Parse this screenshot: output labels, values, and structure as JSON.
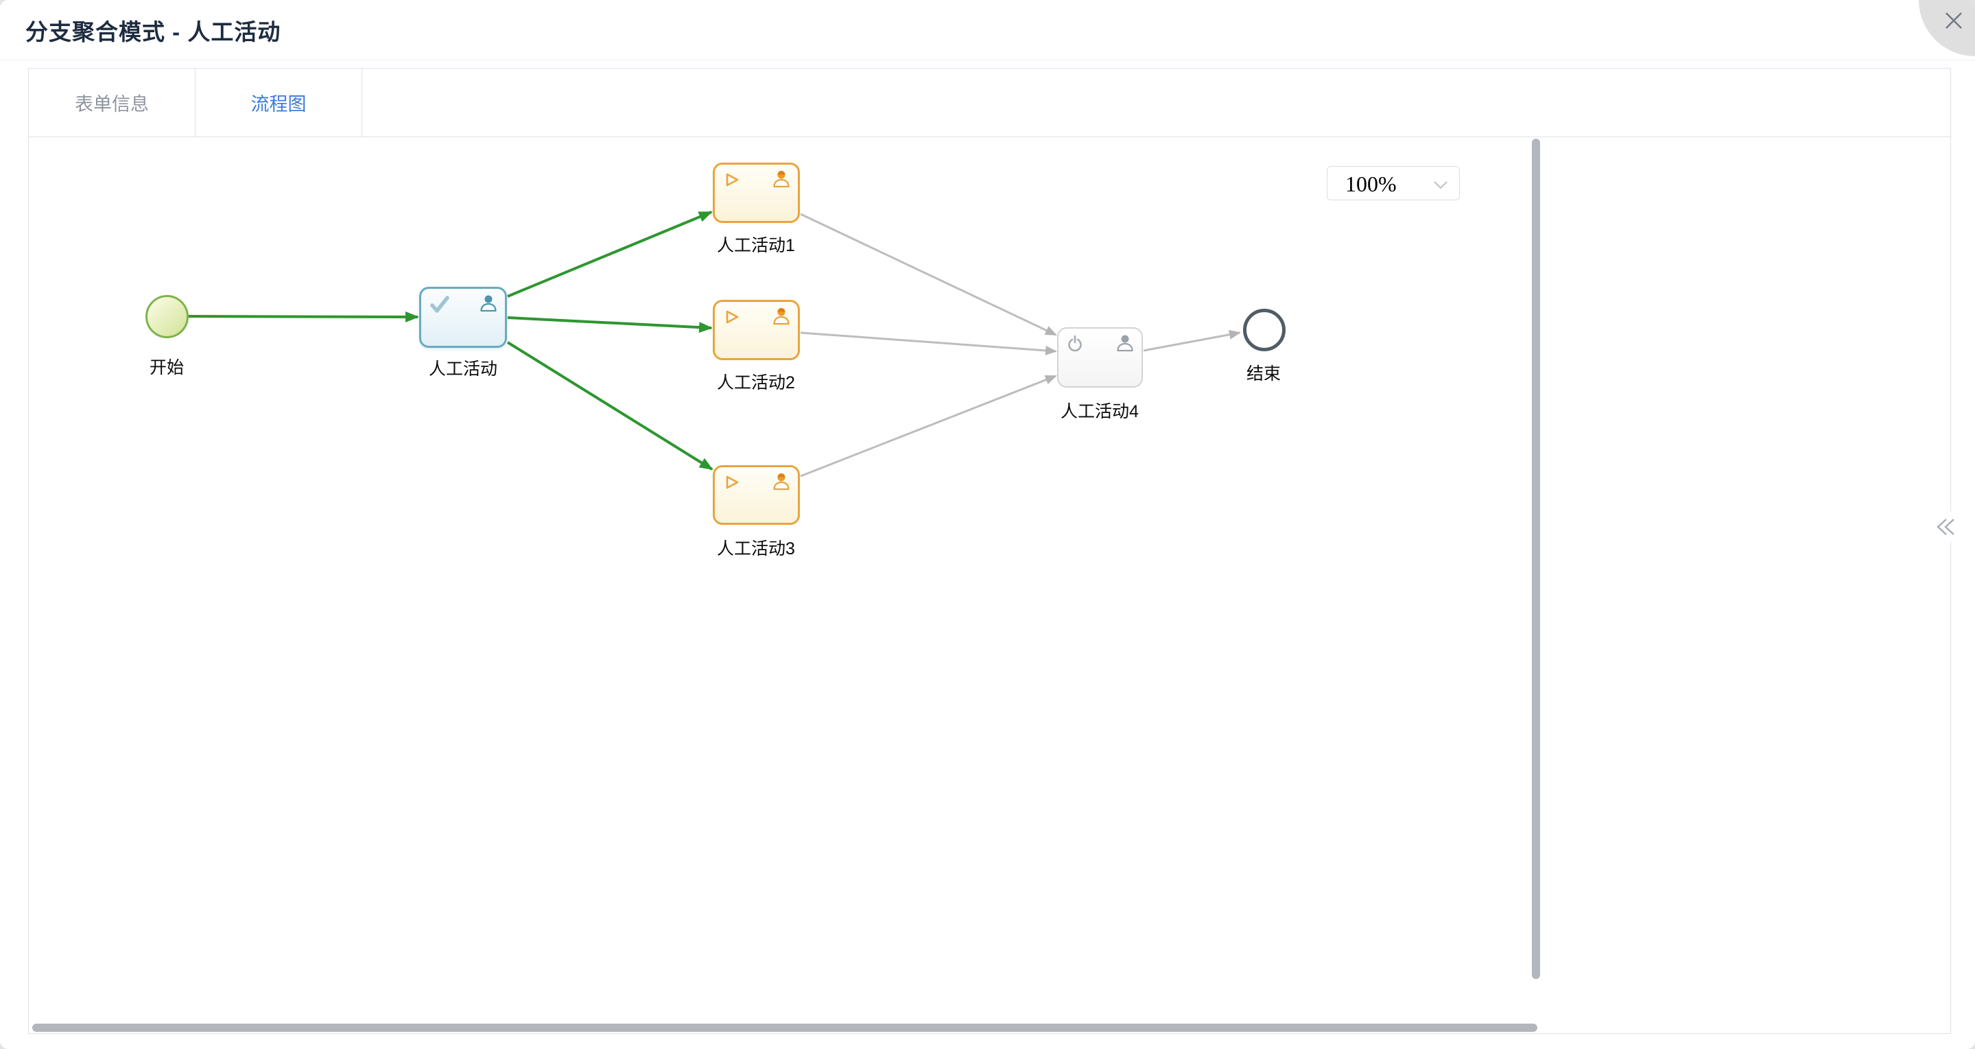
{
  "window": {
    "title": "分支聚合模式 - 人工活动"
  },
  "icons": {
    "close": "✕",
    "collapse_left": "«",
    "chevron_down": "⌄",
    "check": "✓",
    "play": "▷",
    "power": "⏻",
    "user": "person"
  },
  "tabs": [
    {
      "label": "表单信息",
      "active": false
    },
    {
      "label": "流程图",
      "active": true
    }
  ],
  "canvas": {
    "zoom_level": "100%"
  },
  "diagram": {
    "nodes": [
      {
        "id": "start",
        "type": "start-event",
        "label": "开始"
      },
      {
        "id": "task-main",
        "type": "user-task",
        "label": "人工活动",
        "badge": "check"
      },
      {
        "id": "task-1",
        "type": "user-task",
        "label": "人工活动1",
        "badge": "play"
      },
      {
        "id": "task-2",
        "type": "user-task",
        "label": "人工活动2",
        "badge": "play"
      },
      {
        "id": "task-3",
        "type": "user-task",
        "label": "人工活动3",
        "badge": "play"
      },
      {
        "id": "task-4",
        "type": "user-task",
        "label": "人工活动4",
        "badge": "power"
      },
      {
        "id": "end",
        "type": "end-event",
        "label": "结束"
      }
    ],
    "edges": [
      {
        "from": "start",
        "to": "task-main",
        "color": "green"
      },
      {
        "from": "task-main",
        "to": "task-1",
        "color": "green"
      },
      {
        "from": "task-main",
        "to": "task-2",
        "color": "green"
      },
      {
        "from": "task-main",
        "to": "task-3",
        "color": "green"
      },
      {
        "from": "task-1",
        "to": "task-4",
        "color": "gray"
      },
      {
        "from": "task-2",
        "to": "task-4",
        "color": "gray"
      },
      {
        "from": "task-3",
        "to": "task-4",
        "color": "gray"
      },
      {
        "from": "task-4",
        "to": "end",
        "color": "gray"
      }
    ],
    "colors": {
      "completed_edge": "#2e9630",
      "pending_edge": "#bdbdbd",
      "current_task_border": "#69abbe",
      "branch_task_border": "#eaa43f",
      "pending_task_border": "#d3d3d3",
      "start_event_border": "#7db34b",
      "end_event_border": "#505c66",
      "active_tab_text": "#3e7cdb"
    }
  }
}
